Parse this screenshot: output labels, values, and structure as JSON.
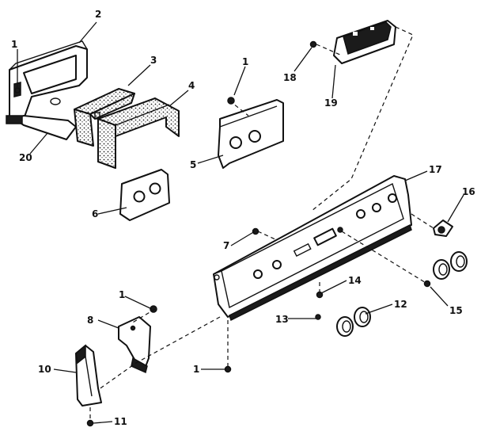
{
  "callouts": {
    "c1_top": "1",
    "c2": "2",
    "c3": "3",
    "c4": "4",
    "c20": "20",
    "c1_mid": "1",
    "c5": "5",
    "c6": "6",
    "c18": "18",
    "c19": "19",
    "c17": "17",
    "c16": "16",
    "c7": "7",
    "c15": "15",
    "c14": "14",
    "c12": "12",
    "c13": "13",
    "c1_lower": "1",
    "c8": "8",
    "c10": "10",
    "c1_bottom": "1",
    "c11": "11"
  }
}
